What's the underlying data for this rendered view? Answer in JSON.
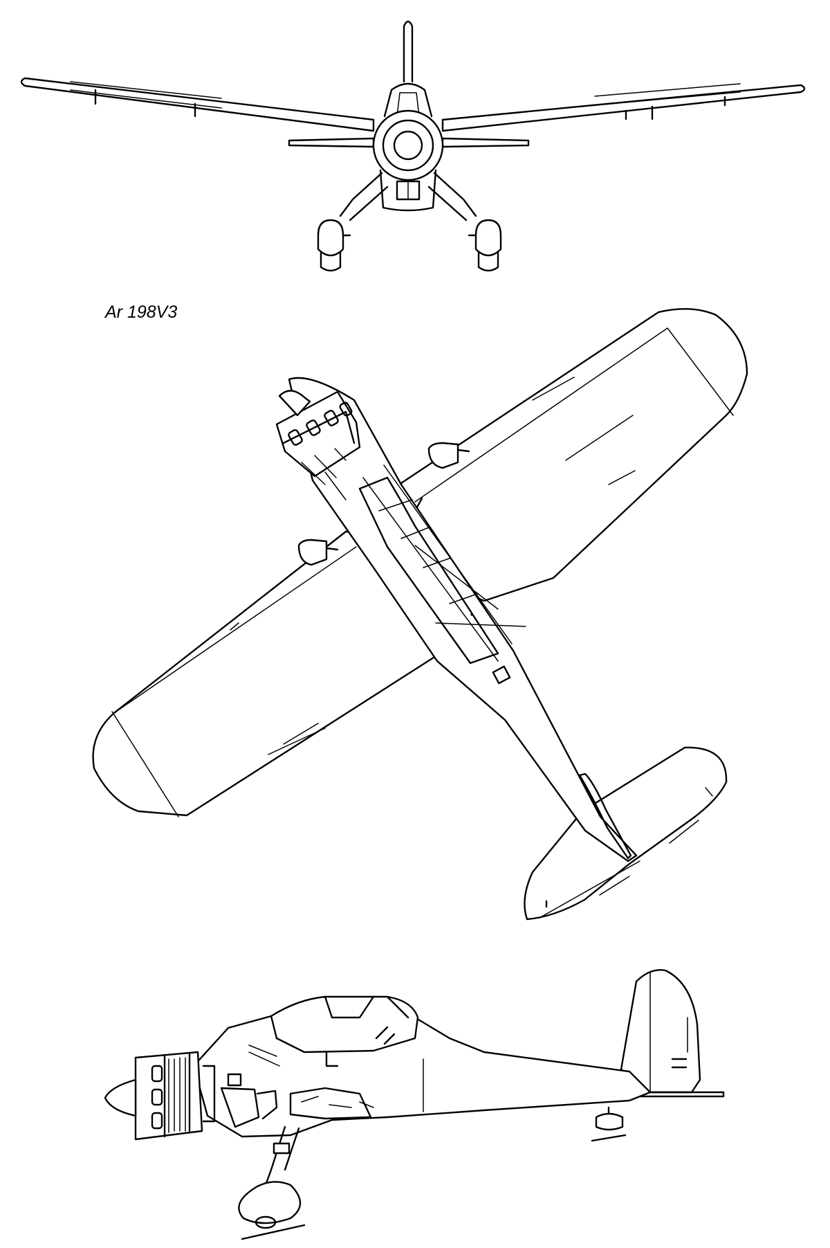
{
  "caption": "Ar 198V3",
  "views": [
    {
      "view": "front",
      "icon": "aircraft-front-view"
    },
    {
      "view": "top",
      "icon": "aircraft-top-view"
    },
    {
      "view": "side",
      "icon": "aircraft-side-view"
    }
  ],
  "colors": {
    "line": "#000000",
    "paper": "#ffffff"
  }
}
